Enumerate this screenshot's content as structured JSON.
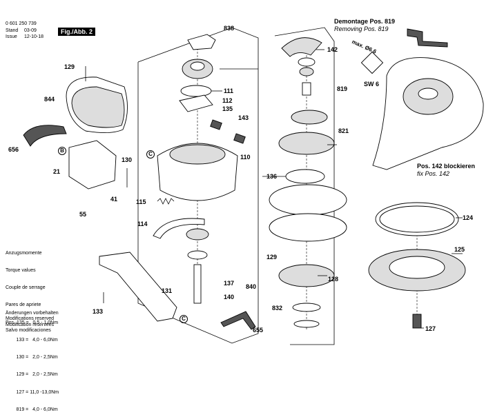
{
  "header": {
    "doc_number": "0 601 250 739",
    "stand_label": "Stand",
    "stand_value": "03-09",
    "issue_label": "Issue",
    "issue_value": "12-10-18",
    "figure_label": "Fig./Abb. 2"
  },
  "callouts": [
    {
      "id": "838",
      "text": "838"
    },
    {
      "id": "129a",
      "text": "129"
    },
    {
      "id": "844",
      "text": "844"
    },
    {
      "id": "656",
      "text": "656"
    },
    {
      "id": "B",
      "text": "B"
    },
    {
      "id": "21",
      "text": "21"
    },
    {
      "id": "130",
      "text": "130"
    },
    {
      "id": "41",
      "text": "41"
    },
    {
      "id": "55",
      "text": "55"
    },
    {
      "id": "111",
      "text": "111"
    },
    {
      "id": "112",
      "text": "112"
    },
    {
      "id": "135",
      "text": "135"
    },
    {
      "id": "143",
      "text": "143"
    },
    {
      "id": "C1",
      "text": "C"
    },
    {
      "id": "110",
      "text": "110"
    },
    {
      "id": "115",
      "text": "115"
    },
    {
      "id": "114",
      "text": "114"
    },
    {
      "id": "137",
      "text": "137"
    },
    {
      "id": "840",
      "text": "840"
    },
    {
      "id": "140",
      "text": "140"
    },
    {
      "id": "131",
      "text": "131"
    },
    {
      "id": "133",
      "text": "133"
    },
    {
      "id": "C2",
      "text": "C"
    },
    {
      "id": "655",
      "text": "655"
    },
    {
      "id": "142",
      "text": "142"
    },
    {
      "id": "819",
      "text": "819"
    },
    {
      "id": "821",
      "text": "821"
    },
    {
      "id": "136",
      "text": "136"
    },
    {
      "id": "129b",
      "text": "129"
    },
    {
      "id": "128",
      "text": "128"
    },
    {
      "id": "832",
      "text": "832"
    },
    {
      "id": "124",
      "text": "124"
    },
    {
      "id": "125",
      "text": "125"
    },
    {
      "id": "127",
      "text": "127"
    },
    {
      "id": "SW6",
      "text": "SW 6"
    },
    {
      "id": "max",
      "text": "max. Ø6.6"
    }
  ],
  "demontage": {
    "title_de": "Demontage Pos. 819",
    "title_en": "Removing Pos. 819"
  },
  "blockieren": {
    "title_de": "Pos. 142 blockieren",
    "title_en": "fix Pos. 142"
  },
  "torque": {
    "lines": [
      "Anzugsmomente",
      "Torque values",
      "Couple de serrage",
      "Pares de apriete",
      "Pos. 135 =   0,5 - 1,0Nm",
      "        133 =   4,0 - 6,0Nm",
      "        130 =   2,0 - 2,5Nm",
      "        129 =   2,0 - 2,5Nm",
      "        127 = 11,0 -13,0Nm",
      "        819 =   4,0 - 6,0Nm"
    ]
  },
  "modifications": {
    "lines": [
      "Änderungen vorbehalten",
      "Modifications reserved",
      "Modification réservées",
      "Salvo modificaciones"
    ]
  }
}
